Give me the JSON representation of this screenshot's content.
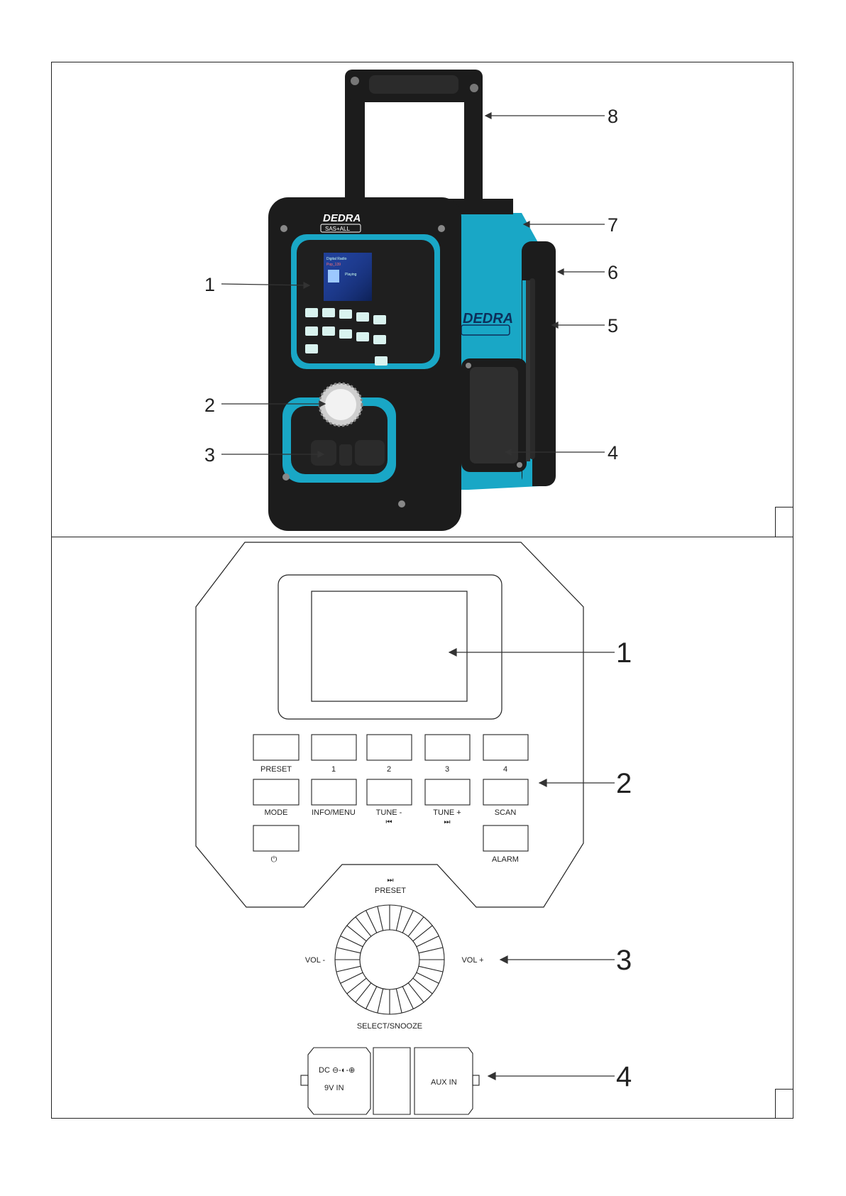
{
  "photo": {
    "brand": "DEDRA",
    "badge": "SAS+ALL",
    "screen_line1": "Digital Radio",
    "screen_line2": "Pop_139",
    "screen_status": "Playing",
    "callouts": [
      "1",
      "2",
      "3",
      "4",
      "5",
      "6",
      "7",
      "8"
    ]
  },
  "diagram": {
    "callouts": [
      "1",
      "2",
      "3",
      "4"
    ],
    "buttons_row1": [
      "PRESET",
      "1",
      "2",
      "3",
      "4"
    ],
    "buttons_row2": [
      "MODE",
      "INFO/MENU",
      "TUNE -",
      "TUNE +",
      "SCAN"
    ],
    "tune_minus_symbol": "⏮",
    "tune_plus_symbol": "⏭",
    "power_symbol": "⏻",
    "alarm_label": "ALARM",
    "knob_top_symbol": "⏭",
    "knob_top_label": "PRESET",
    "knob_left_label": "VOL -",
    "knob_right_label": "VOL +",
    "knob_bottom_label": "SELECT/SNOOZE",
    "dc_label": "DC ⊖-◐-⊕",
    "dc_sub_label": "9V IN",
    "aux_label": "AUX IN"
  },
  "colors": {
    "accent": "#19a7c6",
    "body": "#1c1c1c",
    "line": "#222222"
  }
}
